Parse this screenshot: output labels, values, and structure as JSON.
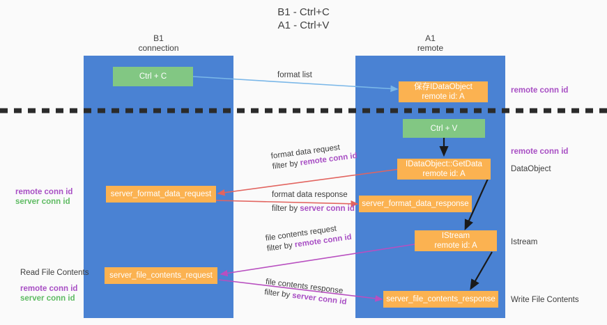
{
  "title": {
    "line1": "B1 - Ctrl+C",
    "line2": "A1 - Ctrl+V"
  },
  "colors": {
    "lane": "#4a82d3",
    "green_node": "#82c783",
    "orange_node": "#fbb251",
    "purple": "#a84fc4",
    "green_text": "#5fbb63",
    "blue_arrow": "#7ab7e8",
    "red_arrow": "#e2645f",
    "magenta_arrow": "#b84fc0",
    "black_arrow": "#1a1a1a",
    "background": "#fafafa"
  },
  "lanes": [
    {
      "id": "b1",
      "title": "B1",
      "subtitle": "connection"
    },
    {
      "id": "a1",
      "title": "A1",
      "subtitle": "remote"
    }
  ],
  "nodes": [
    {
      "id": "ctrl-c",
      "label": "Ctrl + C",
      "kind": "green",
      "lane": "b1"
    },
    {
      "id": "save-idataobject",
      "label": "保存IDataObject",
      "sublabel": "remote id: A",
      "kind": "orange",
      "lane": "a1"
    },
    {
      "id": "ctrl-v",
      "label": "Ctrl + V",
      "kind": "green",
      "lane": "a1"
    },
    {
      "id": "idataobject-getdata",
      "label": "IDataObject::GetData",
      "sublabel": "remote id: A",
      "kind": "orange",
      "lane": "a1"
    },
    {
      "id": "server-format-data-request",
      "label": "server_format_data_request",
      "kind": "orange",
      "lane": "b1"
    },
    {
      "id": "server-format-data-response",
      "label": "server_format_data_response",
      "kind": "orange",
      "lane": "a1"
    },
    {
      "id": "istream",
      "label": "IStream",
      "sublabel": "remote id: A",
      "kind": "orange",
      "lane": "a1"
    },
    {
      "id": "server-file-contents-request",
      "label": "server_file_contents_request",
      "kind": "orange",
      "lane": "b1"
    },
    {
      "id": "server-file-contents-response",
      "label": "server_file_contents_response",
      "kind": "orange",
      "lane": "a1"
    }
  ],
  "edges": [
    {
      "id": "format-list",
      "label": "format list",
      "filter": "",
      "filter_id": "",
      "color": "#7ab7e8"
    },
    {
      "id": "format-data-request",
      "label": "format data request",
      "filter": "filter by ",
      "filter_id": "remote conn id",
      "color": "#e2645f"
    },
    {
      "id": "format-data-response",
      "label": "format data response",
      "filter": "filter by ",
      "filter_id": "server conn id",
      "color": "#e2645f"
    },
    {
      "id": "file-contents-request",
      "label": "file contents request",
      "filter": "filter by ",
      "filter_id": "remote conn id",
      "color": "#b84fc0"
    },
    {
      "id": "file-contents-response",
      "label": "file contents response",
      "filter": "filter by ",
      "filter_id": "server conn id",
      "color": "#b84fc0"
    }
  ],
  "left_annotations": [
    {
      "id": "left-conn-ids-upper",
      "remote": "remote conn id",
      "server": "server conn id"
    },
    {
      "id": "left-read-file-contents",
      "heading": "Read File Contents",
      "remote": "remote conn id",
      "server": "server conn id"
    }
  ],
  "right_annotations": [
    {
      "id": "right-remote-conn-id-top",
      "text": "remote conn id",
      "style": "purple"
    },
    {
      "id": "right-remote-conn-id-mid",
      "text": "remote conn id",
      "style": "purple"
    },
    {
      "id": "right-dataobject",
      "text": "DataObject",
      "style": "plain"
    },
    {
      "id": "right-istream",
      "text": "Istream",
      "style": "plain"
    },
    {
      "id": "right-write-file-contents",
      "text": "Write File Contents",
      "style": "plain"
    }
  ]
}
